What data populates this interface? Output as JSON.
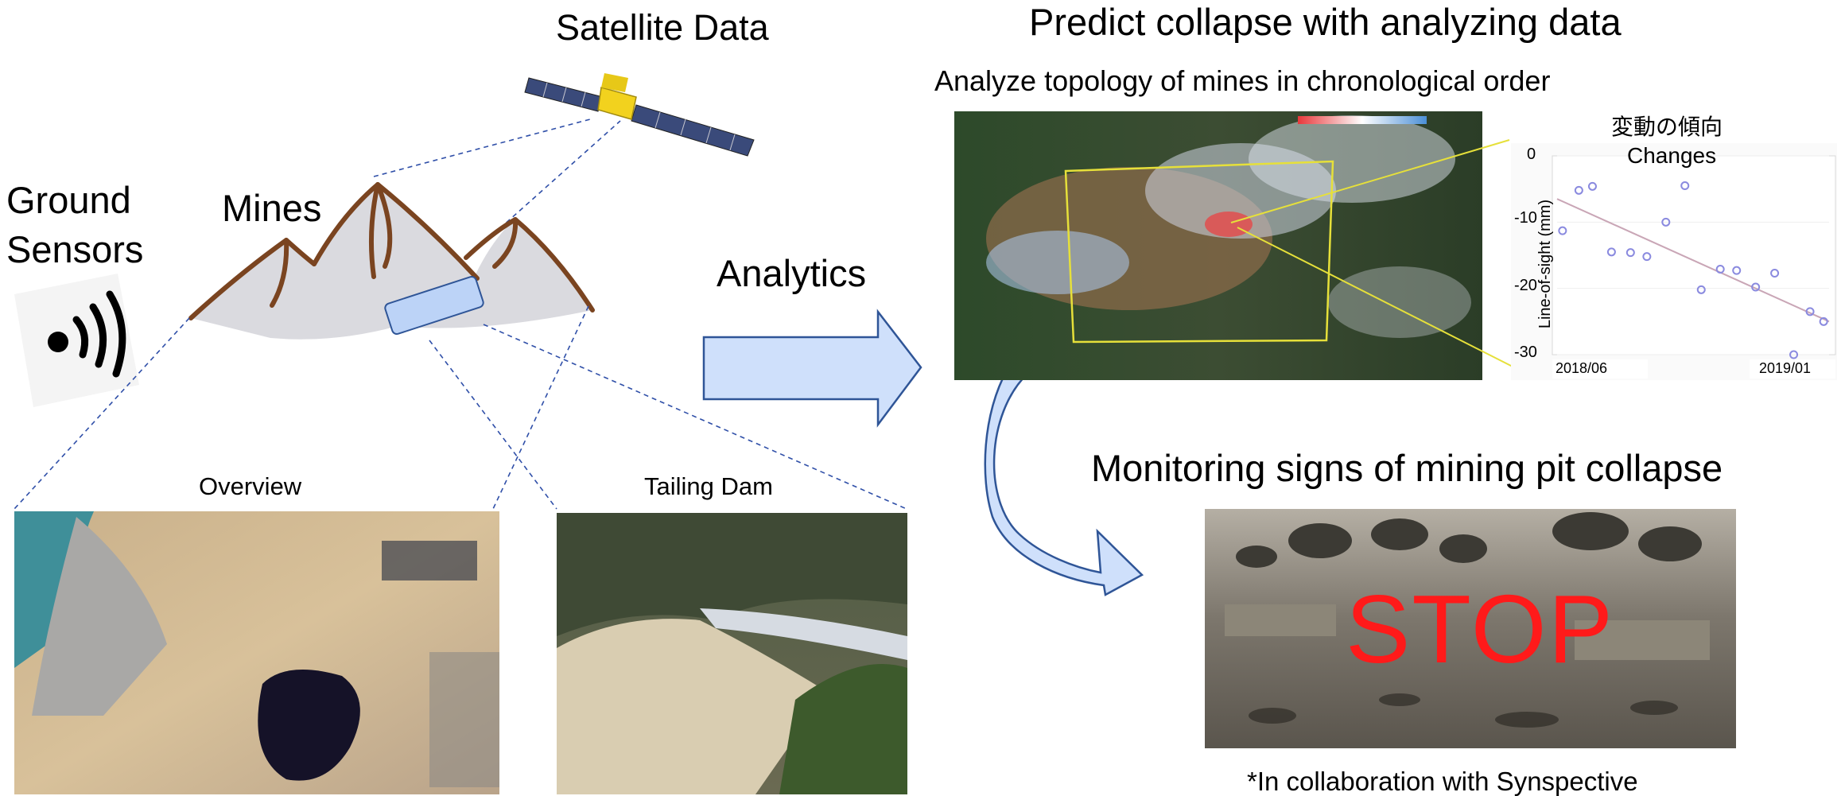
{
  "labels": {
    "satellite": "Satellite Data",
    "ground_sensors_line1": "Ground",
    "ground_sensors_line2": "Sensors",
    "mines": "Mines",
    "analytics": "Analytics",
    "predict_title": "Predict collapse with analyzing data",
    "analyze_subtitle": "Analyze topology of mines in chronological order",
    "monitoring_title": "Monitoring signs of mining pit collapse",
    "overview": "Overview",
    "tailing_dam": "Tailing Dam",
    "collaboration": "*In collaboration with Synspective",
    "stop": "STOP"
  },
  "chart_data": {
    "type": "scatter",
    "title_jp": "変動の傾向",
    "title": "Changes",
    "ylabel": "Line-of-sight (mm)",
    "xlabel": "",
    "ylim": [
      -30,
      0
    ],
    "yticks": [
      "0",
      "-10",
      "-20",
      "-30"
    ],
    "xticks": [
      "2018/06",
      "2019/01"
    ],
    "grid": true,
    "series": [
      {
        "points": [
          {
            "x": 0.02,
            "y": -11.3
          },
          {
            "x": 0.08,
            "y": -5.2
          },
          {
            "x": 0.13,
            "y": -4.6
          },
          {
            "x": 0.2,
            "y": -14.5
          },
          {
            "x": 0.27,
            "y": -14.6
          },
          {
            "x": 0.33,
            "y": -15.2
          },
          {
            "x": 0.4,
            "y": -10.0
          },
          {
            "x": 0.47,
            "y": -4.5
          },
          {
            "x": 0.53,
            "y": -20.2
          },
          {
            "x": 0.6,
            "y": -17.1
          },
          {
            "x": 0.66,
            "y": -17.3
          },
          {
            "x": 0.73,
            "y": -19.8
          },
          {
            "x": 0.8,
            "y": -17.7
          },
          {
            "x": 0.87,
            "y": -30.0
          },
          {
            "x": 0.93,
            "y": -23.5
          },
          {
            "x": 0.98,
            "y": -25.0
          }
        ],
        "trend": {
          "x": [
            0.0,
            1.0
          ],
          "y": [
            -6.5,
            -25.0
          ]
        }
      }
    ]
  },
  "colors": {
    "arrow_fill": "#cfe0fb",
    "arrow_stroke": "#2f5597",
    "mountain_fill": "#dadadf",
    "mountain_ridge": "#7a4420",
    "stop_text": "#ff1a1a",
    "chart_points": "#8a8adf",
    "chart_trend": "#c9a6b6",
    "sar_box": "#e6e03a"
  },
  "icons": [
    "satellite-icon",
    "wifi-signal-icon",
    "mountains-icon"
  ]
}
